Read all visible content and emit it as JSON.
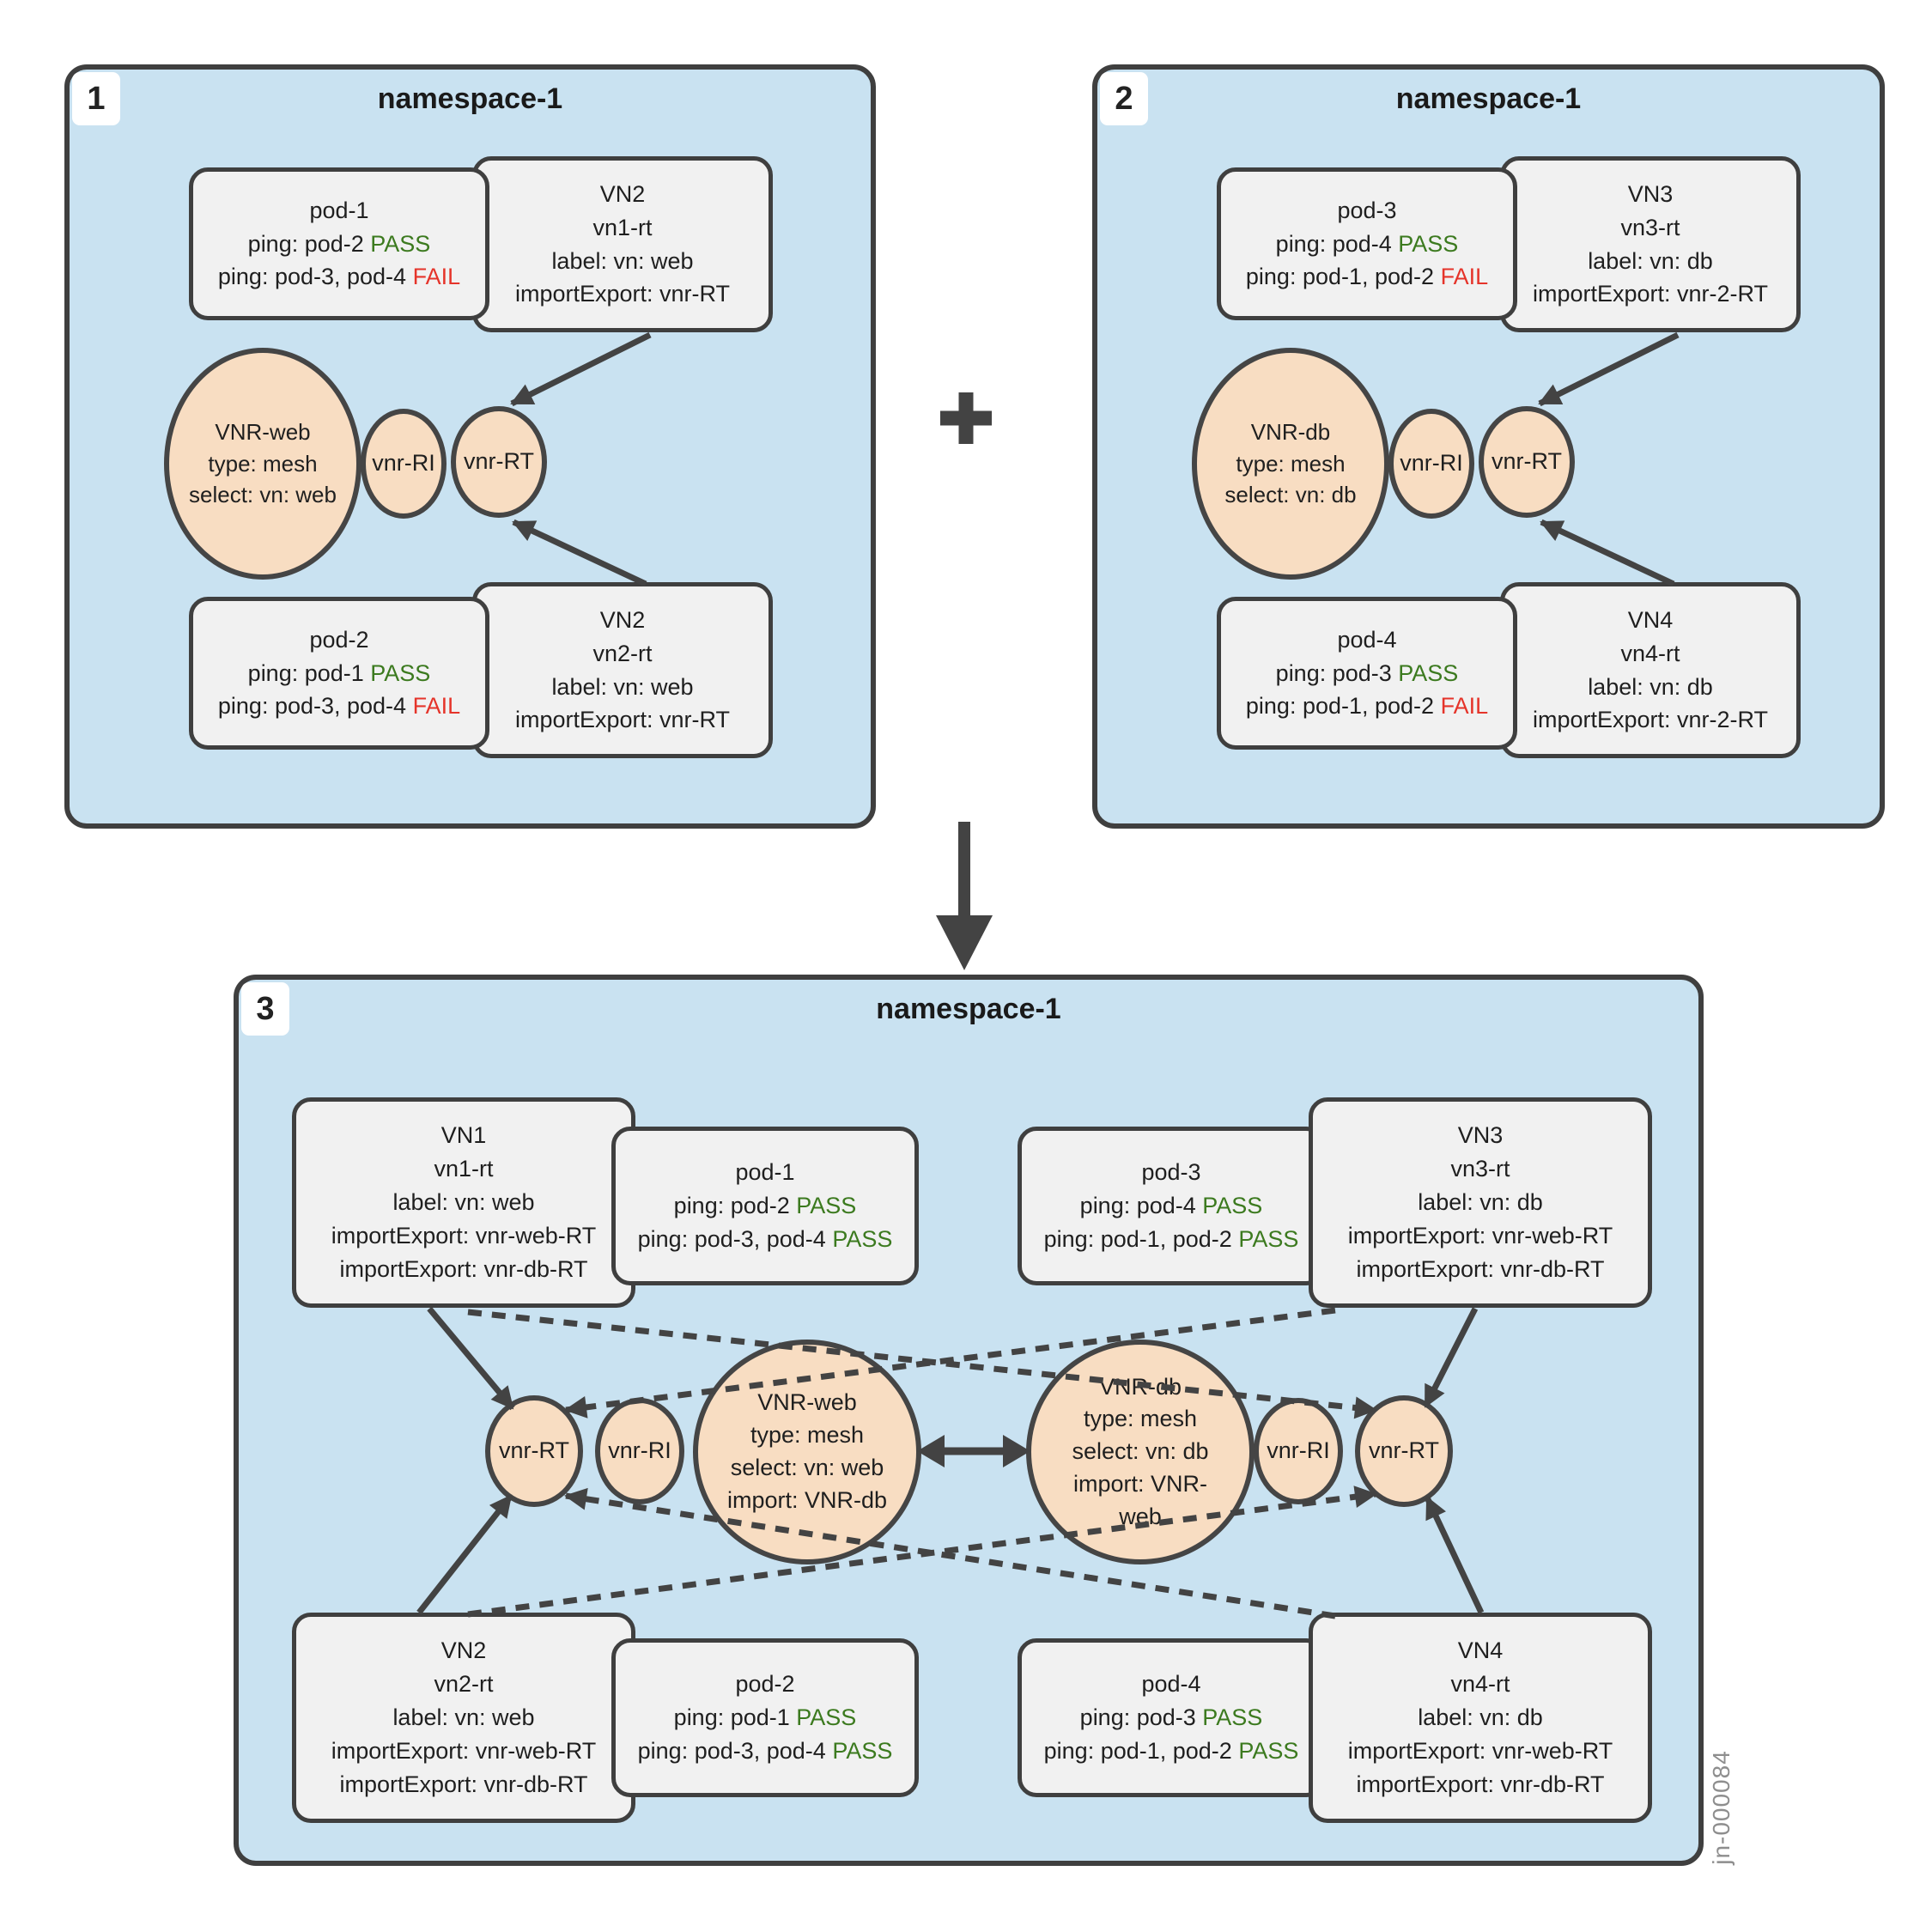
{
  "palette": {
    "panel_bg": "#c9e2f1",
    "box_bg": "#f1f1f1",
    "circle_bg": "#f8ddc2",
    "border": "#3f3f3f",
    "pass_green": "#3c7a1f",
    "fail_red": "#e5342a",
    "connector": "#434343",
    "figure_label_gray": "#8e8e8e"
  },
  "icons": {
    "combine": "plus-icon",
    "result": "down-arrow-icon",
    "mesh_link": "double-arrow-icon"
  },
  "figure_label": "jn-000084",
  "panel1": {
    "badge": "1",
    "title": "namespace-1",
    "pod_top": {
      "title": "pod-1",
      "pings": [
        {
          "pre": "ping: pod-2 ",
          "status": "PASS"
        },
        {
          "pre": "ping: pod-3, pod-4 ",
          "status": "FAIL"
        }
      ]
    },
    "vn_top": {
      "lines": [
        "VN2",
        "vn1-rt",
        "label: vn: web",
        "importExport: vnr-RT"
      ]
    },
    "vnr": {
      "lines": [
        "VNR-web",
        "type: mesh",
        "select: vn: web"
      ]
    },
    "ri": "vnr-RI",
    "rt": "vnr-RT",
    "pod_bottom": {
      "title": "pod-2",
      "pings": [
        {
          "pre": "ping: pod-1 ",
          "status": "PASS"
        },
        {
          "pre": "ping: pod-3, pod-4 ",
          "status": "FAIL"
        }
      ]
    },
    "vn_bottom": {
      "lines": [
        "VN2",
        "vn2-rt",
        "label: vn: web",
        "importExport: vnr-RT"
      ]
    }
  },
  "panel2": {
    "badge": "2",
    "title": "namespace-1",
    "pod_top": {
      "title": "pod-3",
      "pings": [
        {
          "pre": "ping: pod-4 ",
          "status": "PASS"
        },
        {
          "pre": "ping: pod-1, pod-2 ",
          "status": "FAIL"
        }
      ]
    },
    "vn_top": {
      "lines": [
        "VN3",
        "vn3-rt",
        "label: vn: db",
        "importExport: vnr-2-RT"
      ]
    },
    "vnr": {
      "lines": [
        "VNR-db",
        "type: mesh",
        "select: vn: db"
      ]
    },
    "ri": "vnr-RI",
    "rt": "vnr-RT",
    "pod_bottom": {
      "title": "pod-4",
      "pings": [
        {
          "pre": "ping: pod-3 ",
          "status": "PASS"
        },
        {
          "pre": "ping: pod-1, pod-2 ",
          "status": "FAIL"
        }
      ]
    },
    "vn_bottom": {
      "lines": [
        "VN4",
        "vn4-rt",
        "label: vn: db",
        "importExport: vnr-2-RT"
      ]
    }
  },
  "panel3": {
    "badge": "3",
    "title": "namespace-1",
    "vn1": {
      "lines": [
        "VN1",
        "vn1-rt",
        "label: vn: web",
        "importExport: vnr-web-RT",
        "importExport: vnr-db-RT"
      ]
    },
    "pod1": {
      "title": "pod-1",
      "pings": [
        {
          "pre": "ping: pod-2 ",
          "status": "PASS"
        },
        {
          "pre": "ping: pod-3, pod-4 ",
          "status": "PASS"
        }
      ]
    },
    "pod3": {
      "title": "pod-3",
      "pings": [
        {
          "pre": "ping: pod-4 ",
          "status": "PASS"
        },
        {
          "pre": "ping: pod-1, pod-2 ",
          "status": "PASS"
        }
      ]
    },
    "vn3": {
      "lines": [
        "VN3",
        "vn3-rt",
        "label: vn: db",
        "importExport: vnr-web-RT",
        "importExport: vnr-db-RT"
      ]
    },
    "rt_left": "vnr-RT",
    "ri_left": "vnr-RI",
    "vnr_web": {
      "lines": [
        "VNR-web",
        "type: mesh",
        "select: vn: web",
        "import: VNR-db"
      ]
    },
    "vnr_db": {
      "lines": [
        "VNR-db",
        "type: mesh",
        "select: vn: db",
        "import: VNR-web"
      ]
    },
    "ri_right": "vnr-RI",
    "rt_right": "vnr-RT",
    "vn2": {
      "lines": [
        "VN2",
        "vn2-rt",
        "label: vn: web",
        "importExport: vnr-web-RT",
        "importExport: vnr-db-RT"
      ]
    },
    "pod2": {
      "title": "pod-2",
      "pings": [
        {
          "pre": "ping: pod-1 ",
          "status": "PASS"
        },
        {
          "pre": "ping: pod-3, pod-4 ",
          "status": "PASS"
        }
      ]
    },
    "pod4": {
      "title": "pod-4",
      "pings": [
        {
          "pre": "ping: pod-3 ",
          "status": "PASS"
        },
        {
          "pre": "ping: pod-1, pod-2 ",
          "status": "PASS"
        }
      ]
    },
    "vn4": {
      "lines": [
        "VN4",
        "vn4-rt",
        "label: vn: db",
        "importExport: vnr-web-RT",
        "importExport: vnr-db-RT"
      ]
    }
  }
}
